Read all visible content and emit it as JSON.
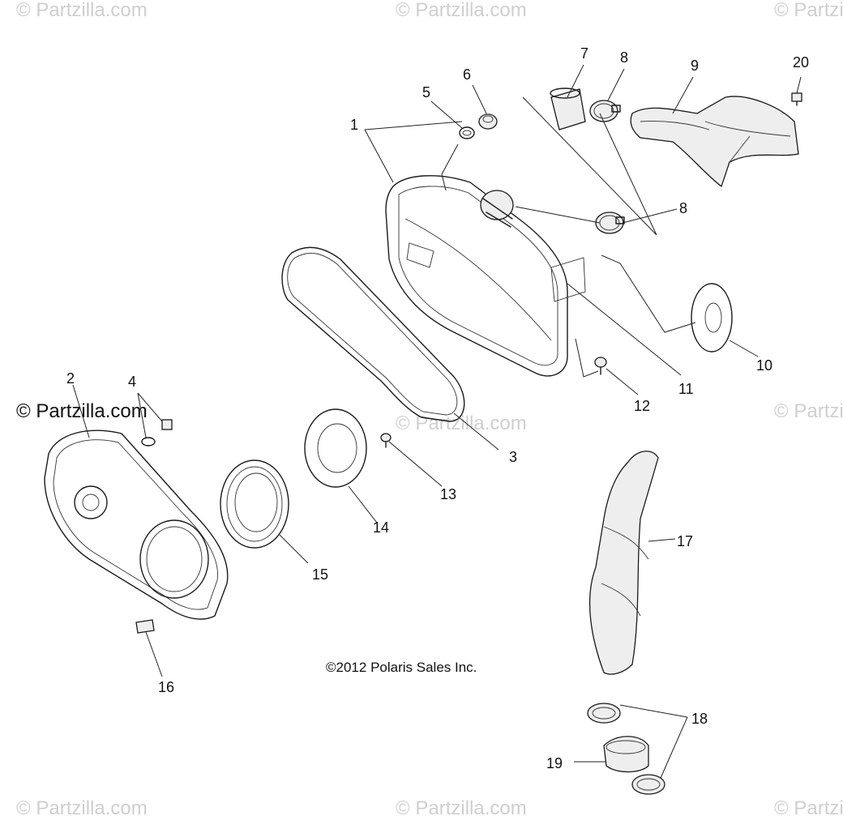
{
  "watermark": "© Partzilla.com",
  "watermark_main": "© Partzilla.com",
  "copyright": "©2012 Polaris Sales Inc.",
  "callouts": {
    "c1": "1",
    "c2": "2",
    "c3": "3",
    "c4": "4",
    "c5": "5",
    "c6": "6",
    "c7": "7",
    "c8a": "8",
    "c8b": "8",
    "c9": "9",
    "c10": "10",
    "c11": "11",
    "c12": "12",
    "c13": "13",
    "c14": "14",
    "c15": "15",
    "c16": "16",
    "c17": "17",
    "c18": "18",
    "c19": "19",
    "c20": "20"
  }
}
